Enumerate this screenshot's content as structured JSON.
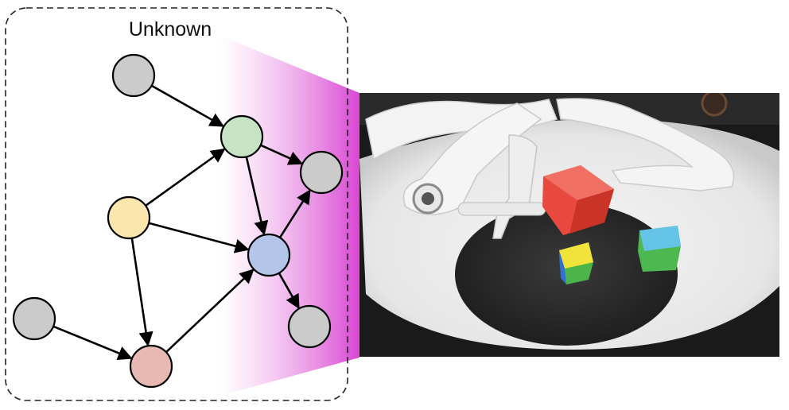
{
  "diagram": {
    "title": "Unknown",
    "colors": {
      "gray": "#cbcbcb",
      "green": "#c6e3c3",
      "yellow": "#fbe6ad",
      "blue": "#b3c5e8",
      "pink": "#e8b8b2",
      "highlight": "#d946d3",
      "edge": "#000000"
    },
    "nodes": [
      {
        "id": "n1",
        "color": "gray"
      },
      {
        "id": "n2",
        "color": "green"
      },
      {
        "id": "n3",
        "color": "gray"
      },
      {
        "id": "n4",
        "color": "yellow"
      },
      {
        "id": "n5",
        "color": "blue"
      },
      {
        "id": "n6",
        "color": "gray"
      },
      {
        "id": "n7",
        "color": "gray"
      },
      {
        "id": "n8",
        "color": "pink"
      }
    ],
    "edges": [
      {
        "from": "n1",
        "to": "n2"
      },
      {
        "from": "n4",
        "to": "n2"
      },
      {
        "from": "n2",
        "to": "n3"
      },
      {
        "from": "n2",
        "to": "n5"
      },
      {
        "from": "n4",
        "to": "n5"
      },
      {
        "from": "n4",
        "to": "n8"
      },
      {
        "from": "n5",
        "to": "n3"
      },
      {
        "from": "n5",
        "to": "n6"
      },
      {
        "from": "n7",
        "to": "n8"
      },
      {
        "from": "n8",
        "to": "n5"
      }
    ]
  },
  "photo": {
    "subject": "robot-hand-manipulating-cubes",
    "cube_colors": [
      "#e8453c",
      "#46b34a",
      "#62c2e8",
      "#f2e23a",
      "#2f6fd6"
    ]
  }
}
